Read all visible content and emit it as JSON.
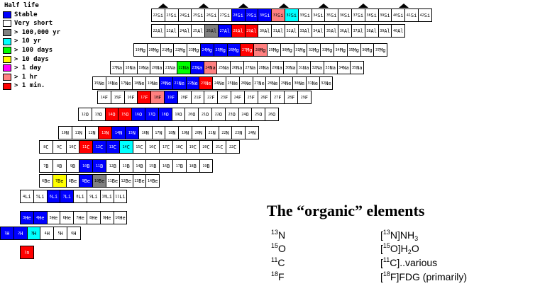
{
  "legend": {
    "title": "Half life",
    "items": [
      {
        "label": "Stable",
        "color": "#0000ff"
      },
      {
        "label": "Very short",
        "color": "#ffffff"
      },
      {
        "label": "> 100,000 yr",
        "color": "#808080"
      },
      {
        "label": "> 10 yr",
        "color": "#00ffff"
      },
      {
        "label": "> 100 days",
        "color": "#00ff00"
      },
      {
        "label": "> 10 days",
        "color": "#ffff00"
      },
      {
        "label": "> 1 day",
        "color": "#ff00ff"
      },
      {
        "label": "> 1 hr",
        "color": "#ff8080"
      },
      {
        "label": "> 1 min.",
        "color": "#ff0000"
      }
    ]
  },
  "colors": {
    "S": "#0000ff",
    "W": "#ffffff",
    "G": "#808080",
    "C": "#00ffff",
    "N": "#00ff00",
    "Y": "#ffff00",
    "P": "#ff8080",
    "R": "#ff0000"
  },
  "nuclide_rows": [
    {
      "element": "Si",
      "cells": [
        [
          "22",
          "W"
        ],
        [
          "23",
          "W"
        ],
        [
          "24",
          "W"
        ],
        [
          "25",
          "W"
        ],
        [
          "26",
          "W"
        ],
        [
          "27",
          "W"
        ],
        [
          "28",
          "S"
        ],
        [
          "29",
          "S"
        ],
        [
          "30",
          "S"
        ],
        [
          "31",
          "P"
        ],
        [
          "32",
          "C"
        ],
        [
          "33",
          "W"
        ],
        [
          "34",
          "W"
        ],
        [
          "35",
          "W"
        ],
        [
          "36",
          "W"
        ],
        [
          "37",
          "W"
        ],
        [
          "38",
          "W"
        ],
        [
          "39",
          "W"
        ],
        [
          "40",
          "W"
        ],
        [
          "41",
          "W"
        ],
        [
          "42",
          "W"
        ]
      ]
    },
    {
      "element": "Al",
      "cells": [
        [
          "22",
          "W"
        ],
        [
          "23",
          "W"
        ],
        [
          "24",
          "W"
        ],
        [
          "25",
          "W"
        ],
        [
          "26",
          "G"
        ],
        [
          "27",
          "S"
        ],
        [
          "28",
          "R"
        ],
        [
          "29",
          "R"
        ],
        [
          "30",
          "W"
        ],
        [
          "31",
          "W"
        ],
        [
          "32",
          "W"
        ],
        [
          "33",
          "W"
        ],
        [
          "34",
          "W"
        ],
        [
          "35",
          "W"
        ],
        [
          "36",
          "W"
        ],
        [
          "37",
          "W"
        ],
        [
          "38",
          "W"
        ],
        [
          "39",
          "W"
        ],
        [
          "40",
          "W"
        ]
      ]
    },
    {
      "element": "Mg",
      "cells": [
        [
          "19",
          "W"
        ],
        [
          "20",
          "W"
        ],
        [
          "21",
          "W"
        ],
        [
          "22",
          "W"
        ],
        [
          "23",
          "W"
        ],
        [
          "24",
          "S"
        ],
        [
          "25",
          "S"
        ],
        [
          "26",
          "S"
        ],
        [
          "27",
          "R"
        ],
        [
          "28",
          "P"
        ],
        [
          "29",
          "W"
        ],
        [
          "30",
          "W"
        ],
        [
          "31",
          "W"
        ],
        [
          "32",
          "W"
        ],
        [
          "33",
          "W"
        ],
        [
          "34",
          "W"
        ],
        [
          "35",
          "W"
        ],
        [
          "36",
          "W"
        ],
        [
          "37",
          "W"
        ]
      ]
    },
    {
      "element": "Na",
      "cells": [
        [
          "17",
          "W"
        ],
        [
          "18",
          "W"
        ],
        [
          "19",
          "W"
        ],
        [
          "20",
          "W"
        ],
        [
          "21",
          "W"
        ],
        [
          "22",
          "N"
        ],
        [
          "23",
          "S"
        ],
        [
          "24",
          "P"
        ],
        [
          "25",
          "W"
        ],
        [
          "26",
          "W"
        ],
        [
          "27",
          "W"
        ],
        [
          "28",
          "W"
        ],
        [
          "29",
          "W"
        ],
        [
          "30",
          "W"
        ],
        [
          "31",
          "W"
        ],
        [
          "32",
          "W"
        ],
        [
          "33",
          "W"
        ],
        [
          "34",
          "W"
        ],
        [
          "35",
          "W"
        ]
      ]
    },
    {
      "element": "Ne",
      "cells": [
        [
          "15",
          "W"
        ],
        [
          "16",
          "W"
        ],
        [
          "17",
          "W"
        ],
        [
          "18",
          "W"
        ],
        [
          "19",
          "W"
        ],
        [
          "20",
          "S"
        ],
        [
          "21",
          "S"
        ],
        [
          "22",
          "S"
        ],
        [
          "23",
          "R"
        ],
        [
          "24",
          "W"
        ],
        [
          "25",
          "W"
        ],
        [
          "26",
          "W"
        ],
        [
          "27",
          "W"
        ],
        [
          "28",
          "W"
        ],
        [
          "29",
          "W"
        ],
        [
          "30",
          "W"
        ],
        [
          "31",
          "W"
        ],
        [
          "32",
          "W"
        ]
      ]
    },
    {
      "element": "F",
      "cells": [
        [
          "14",
          "W"
        ],
        [
          "15",
          "W"
        ],
        [
          "16",
          "W"
        ],
        [
          "17",
          "R"
        ],
        [
          "18",
          "P"
        ],
        [
          "19",
          "S"
        ],
        [
          "20",
          "W"
        ],
        [
          "21",
          "W"
        ],
        [
          "22",
          "W"
        ],
        [
          "23",
          "W"
        ],
        [
          "24",
          "W"
        ],
        [
          "25",
          "W"
        ],
        [
          "26",
          "W"
        ],
        [
          "27",
          "W"
        ],
        [
          "28",
          "W"
        ],
        [
          "29",
          "W"
        ]
      ]
    },
    {
      "element": "O",
      "cells": [
        [
          "12",
          "W"
        ],
        [
          "13",
          "W"
        ],
        [
          "14",
          "R"
        ],
        [
          "15",
          "R"
        ],
        [
          "16",
          "S"
        ],
        [
          "17",
          "S"
        ],
        [
          "18",
          "S"
        ],
        [
          "19",
          "W"
        ],
        [
          "20",
          "W"
        ],
        [
          "21",
          "W"
        ],
        [
          "22",
          "W"
        ],
        [
          "23",
          "W"
        ],
        [
          "24",
          "W"
        ],
        [
          "25",
          "W"
        ],
        [
          "26",
          "W"
        ]
      ]
    },
    {
      "element": "N",
      "cells": [
        [
          "10",
          "W"
        ],
        [
          "11",
          "W"
        ],
        [
          "12",
          "W"
        ],
        [
          "13",
          "R"
        ],
        [
          "14",
          "S"
        ],
        [
          "15",
          "S"
        ],
        [
          "16",
          "W"
        ],
        [
          "17",
          "W"
        ],
        [
          "18",
          "W"
        ],
        [
          "19",
          "W"
        ],
        [
          "20",
          "W"
        ],
        [
          "21",
          "W"
        ],
        [
          "22",
          "W"
        ],
        [
          "23",
          "W"
        ],
        [
          "24",
          "W"
        ]
      ]
    },
    {
      "element": "C",
      "cells": [
        [
          "8",
          "W"
        ],
        [
          "9",
          "W"
        ],
        [
          "10",
          "W"
        ],
        [
          "11",
          "R"
        ],
        [
          "12",
          "S"
        ],
        [
          "13",
          "S"
        ],
        [
          "14",
          "C"
        ],
        [
          "15",
          "W"
        ],
        [
          "16",
          "W"
        ],
        [
          "17",
          "W"
        ],
        [
          "18",
          "W"
        ],
        [
          "19",
          "W"
        ],
        [
          "20",
          "W"
        ],
        [
          "21",
          "W"
        ],
        [
          "22",
          "W"
        ]
      ]
    },
    {
      "element": "B",
      "cells": [
        [
          "7",
          "W"
        ],
        [
          "8",
          "W"
        ],
        [
          "9",
          "W"
        ],
        [
          "10",
          "S"
        ],
        [
          "11",
          "S"
        ],
        [
          "12",
          "W"
        ],
        [
          "13",
          "W"
        ],
        [
          "14",
          "W"
        ],
        [
          "15",
          "W"
        ],
        [
          "16",
          "W"
        ],
        [
          "17",
          "W"
        ],
        [
          "18",
          "W"
        ],
        [
          "19",
          "W"
        ]
      ]
    },
    {
      "element": "Be",
      "cells": [
        [
          "6",
          "W"
        ],
        [
          "7",
          "Y"
        ],
        [
          "8",
          "W"
        ],
        [
          "9",
          "S"
        ],
        [
          "10",
          "G"
        ],
        [
          "11",
          "W"
        ],
        [
          "12",
          "W"
        ],
        [
          "13",
          "W"
        ],
        [
          "14",
          "W"
        ]
      ]
    },
    {
      "element": "Li",
      "cells": [
        [
          "4",
          "W"
        ],
        [
          "5",
          "W"
        ],
        [
          "6",
          "S"
        ],
        [
          "7",
          "S"
        ],
        [
          "8",
          "W"
        ],
        [
          "9",
          "W"
        ],
        [
          "10",
          "W"
        ],
        [
          "11",
          "W"
        ]
      ]
    },
    {
      "element": "He",
      "cells": [
        [
          "3",
          "S"
        ],
        [
          "4",
          "S"
        ],
        [
          "5",
          "W"
        ],
        [
          "6",
          "W"
        ],
        [
          "7",
          "W"
        ],
        [
          "8",
          "W"
        ],
        [
          "9",
          "W"
        ],
        [
          "10",
          "W"
        ]
      ]
    },
    {
      "element": "H",
      "cells": [
        [
          "1",
          "S"
        ],
        [
          "2",
          "S"
        ],
        [
          "3",
          "C"
        ],
        [
          "4",
          "W"
        ],
        [
          "5",
          "W"
        ],
        [
          "6",
          "W"
        ]
      ]
    },
    {
      "element": "n",
      "cells": [
        [
          "1",
          "R"
        ]
      ]
    }
  ],
  "organic": {
    "title": "The “organic” elements",
    "rows": [
      {
        "isotope_mass": "13",
        "isotope_symbol": "N",
        "compound": [
          [
            "",
            "["
          ],
          [
            "sup",
            "13"
          ],
          [
            "",
            "N]NH"
          ],
          [
            "sub",
            "3"
          ]
        ]
      },
      {
        "isotope_mass": "15",
        "isotope_symbol": "O",
        "compound": [
          [
            "",
            "["
          ],
          [
            "sup",
            "15"
          ],
          [
            "",
            "O]H"
          ],
          [
            "sub",
            "2"
          ],
          [
            "",
            "O"
          ]
        ]
      },
      {
        "isotope_mass": "11",
        "isotope_symbol": "C",
        "compound": [
          [
            "",
            "["
          ],
          [
            "sup",
            "11"
          ],
          [
            "",
            "C]..various"
          ]
        ]
      },
      {
        "isotope_mass": "18",
        "isotope_symbol": "F",
        "compound": [
          [
            "",
            "["
          ],
          [
            "sup",
            "18"
          ],
          [
            "",
            "F]FDG (primarily)"
          ]
        ]
      }
    ]
  }
}
